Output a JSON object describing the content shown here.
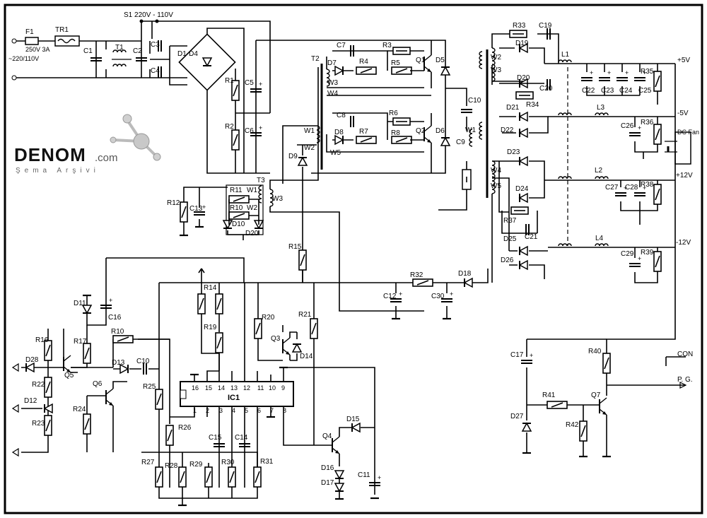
{
  "source": {
    "switch_label": "S1 220V - 110V",
    "input_voltage": "~220/110V",
    "fuse_rating": "250V 3A"
  },
  "brand": {
    "name": "DENOM",
    "domain": ".com",
    "subtitle": "Şema Arşivi"
  },
  "ic_label": "IC1",
  "ic_pins_top": [
    "16",
    "15",
    "14",
    "13",
    "12",
    "11",
    "10",
    "9"
  ],
  "ic_pins_bottom": [
    "1",
    "2",
    "3",
    "4",
    "5",
    "6",
    "7",
    "8"
  ],
  "outputs": {
    "p5": "+5V",
    "m5": "-5V",
    "p12": "+12V",
    "m12": "-12V",
    "con": "CON",
    "pg": "P. G.",
    "fan": "DC Fan"
  },
  "labels": {
    "F1": "F1",
    "TR1": "TR1",
    "C1": "C1",
    "T1": "T1",
    "C2": "C2",
    "C3": "C3",
    "C4": "C4",
    "D1D4": "D1-D4",
    "R1": "R1",
    "R2": "R2",
    "C5": "C5",
    "C6": "C6",
    "T2": "T2",
    "C7": "C7",
    "C8": "C8",
    "R3": "R3",
    "R4": "R4",
    "R5": "R5",
    "R6": "R6",
    "R7": "R7",
    "R8": "R8",
    "D7": "D7",
    "D8": "D8",
    "Q1": "Q1",
    "Q2": "Q2",
    "D5": "D5",
    "D6": "D6",
    "C9": "C9",
    "C10": "C10",
    "W1a": "W1",
    "W2a": "W2",
    "W3a": "W3",
    "W4a": "W4",
    "W5a": "W5",
    "W1b": "W1",
    "W2b": "W2",
    "W3b": "W3",
    "W4b": "W4",
    "W5b": "W5",
    "W1c": "W1",
    "T3": "T3",
    "W1t3": "W1",
    "W2t3": "W2",
    "W3t3": "W3",
    "R11": "R11",
    "R10t3": "R10",
    "D10": "D10",
    "D20t3": "D20",
    "R12": "R12",
    "C13": "C13",
    "D9": "D9",
    "R33": "R33",
    "C19": "C19",
    "D19": "D19",
    "D20": "D20",
    "R34": "R34",
    "C20": "C20",
    "D21": "D21",
    "D22": "D22",
    "L1": "L1",
    "C22": "C22",
    "C23": "C23",
    "C24": "C24",
    "C25": "C25",
    "R35": "R35",
    "L3": "L3",
    "C26": "C26",
    "R36": "R36",
    "D23": "D23",
    "D24": "D24",
    "R37": "R37",
    "C21": "C21",
    "D25": "D25",
    "D26": "D26",
    "L2": "L2",
    "C27": "C27",
    "C28": "C28",
    "R38": "R38",
    "L4": "L4",
    "C29": "C29",
    "R39": "R39",
    "R15": "R15",
    "R32": "R32",
    "D18": "D18",
    "C12": "C12",
    "C30": "C30",
    "D11": "D11",
    "C16": "C16",
    "R14": "R14",
    "R19": "R19",
    "R20": "R20",
    "R21": "R21",
    "Q3": "Q3",
    "D14": "D14",
    "R16": "R16",
    "R17": "R17",
    "R10": "R10",
    "D28": "D28",
    "Q5": "Q5",
    "D13": "D13",
    "C10b": "C10",
    "R22": "R22",
    "D12": "D12",
    "R23": "R23",
    "Q6": "Q6",
    "R24": "R24",
    "R25": "R25",
    "R26": "R26",
    "C15": "C15",
    "C14": "C14",
    "Q4": "Q4",
    "D15": "D15",
    "D16": "D16",
    "D17": "D17",
    "C11": "C11",
    "R27": "R27",
    "R28": "R28",
    "R29": "R29",
    "R30": "R30",
    "R31": "R31",
    "C17": "C17",
    "R40": "R40",
    "D27": "D27",
    "R41": "R41",
    "Q7": "Q7",
    "R42": "R42"
  }
}
